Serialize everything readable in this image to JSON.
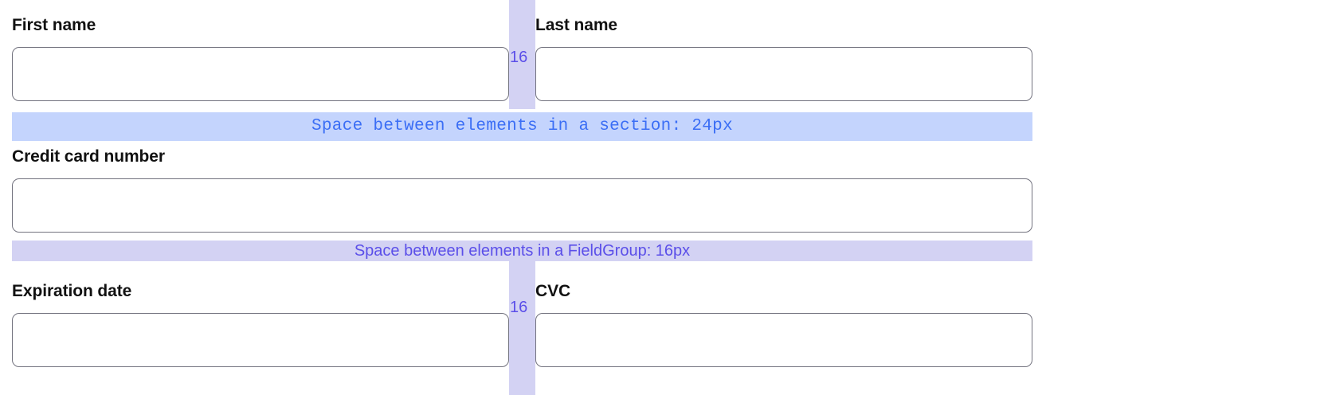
{
  "meta": {
    "title": "Form spacing specification"
  },
  "colors": {
    "section_band_bg": "#c4d4fd",
    "section_band_text": "#3b6ef5",
    "fieldgroup_band_bg": "#d3d2f3",
    "fieldgroup_band_text": "#5b4fe9",
    "gap_column_bg": "#d3d2f3",
    "gap_label_text": "#5b4fe9",
    "input_border": "#73737f",
    "input_background": "#ffffff",
    "label_text": "#111111",
    "page_background": "#ffffff"
  },
  "rows": {
    "names": {
      "first_name": {
        "label": "First name",
        "value": "",
        "placeholder": ""
      },
      "gap_label": "16",
      "last_name": {
        "label": "Last name",
        "value": "",
        "placeholder": ""
      }
    },
    "card": {
      "credit_card_number": {
        "label": "Credit card number",
        "value": "",
        "placeholder": ""
      }
    },
    "expcvc": {
      "expiration_date": {
        "label": "Expiration date",
        "value": "",
        "placeholder": ""
      },
      "gap_label": "16",
      "cvc": {
        "label": "CVC",
        "value": "",
        "placeholder": ""
      }
    }
  },
  "annotations": {
    "section_spacing": "Space between elements in a section: 24px",
    "fieldgroup_spacing": "Space between elements in a FieldGroup: 16px"
  }
}
